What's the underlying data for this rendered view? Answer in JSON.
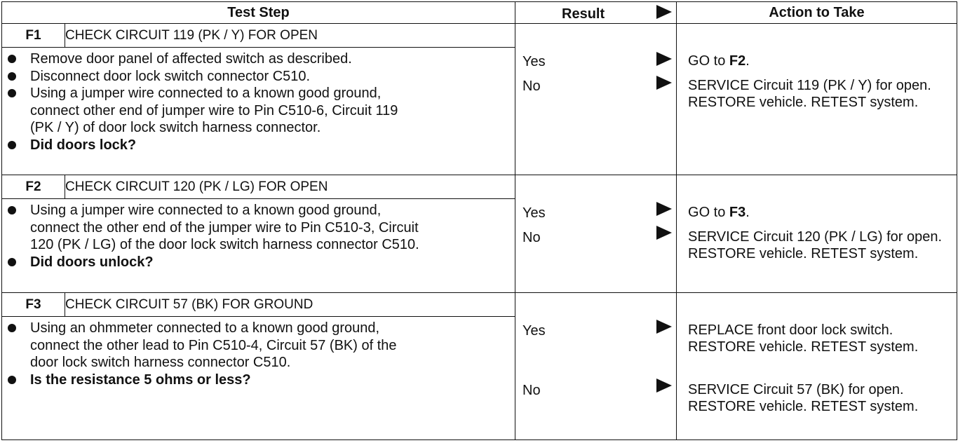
{
  "header": {
    "test_step": "Test Step",
    "result": "Result",
    "action": "Action to Take"
  },
  "steps": [
    {
      "id": "F1",
      "title": "CHECK CIRCUIT 119 (PK / Y) FOR OPEN",
      "bullets": [
        "Remove door panel of affected switch as described.",
        "Disconnect door lock switch connector C510.",
        "Using a jumper wire connected to a known good ground, connect other end of jumper wire to Pin C510-6, Circuit 119 (PK / Y) of door lock switch harness connector."
      ],
      "question": "Did doors lock?",
      "results": [
        {
          "label": "Yes",
          "action_prefix": "GO to ",
          "action_bold": "F2",
          "action_suffix": "."
        },
        {
          "label": "No",
          "action_prefix": "SERVICE Circuit 119 (PK / Y) for open. RESTORE vehicle. RETEST system.",
          "action_bold": "",
          "action_suffix": ""
        }
      ]
    },
    {
      "id": "F2",
      "title": "CHECK CIRCUIT 120 (PK / LG) FOR OPEN",
      "bullets": [
        "Using a jumper wire connected to a known good ground, connect the other end of the jumper wire to Pin C510-3, Circuit 120 (PK / LG) of the door lock switch harness connector C510."
      ],
      "question": "Did doors unlock?",
      "results": [
        {
          "label": "Yes",
          "action_prefix": "GO to ",
          "action_bold": "F3",
          "action_suffix": "."
        },
        {
          "label": "No",
          "action_prefix": "SERVICE Circuit 120 (PK / LG) for open. RESTORE vehicle. RETEST system.",
          "action_bold": "",
          "action_suffix": ""
        }
      ]
    },
    {
      "id": "F3",
      "title": "CHECK CIRCUIT 57 (BK) FOR GROUND",
      "bullets": [
        "Using an ohmmeter connected to a known good ground, connect the other lead to Pin C510-4, Circuit 57 (BK) of the door lock switch harness connector C510."
      ],
      "question": "Is the resistance 5 ohms or less?",
      "results": [
        {
          "label": "Yes",
          "action_prefix": "REPLACE front door lock switch. RESTORE vehicle. RETEST system.",
          "action_bold": "",
          "action_suffix": ""
        },
        {
          "label": "No",
          "action_prefix": "SERVICE Circuit 57 (BK) for open. RESTORE vehicle. RETEST system.",
          "action_bold": "",
          "action_suffix": ""
        }
      ]
    }
  ]
}
